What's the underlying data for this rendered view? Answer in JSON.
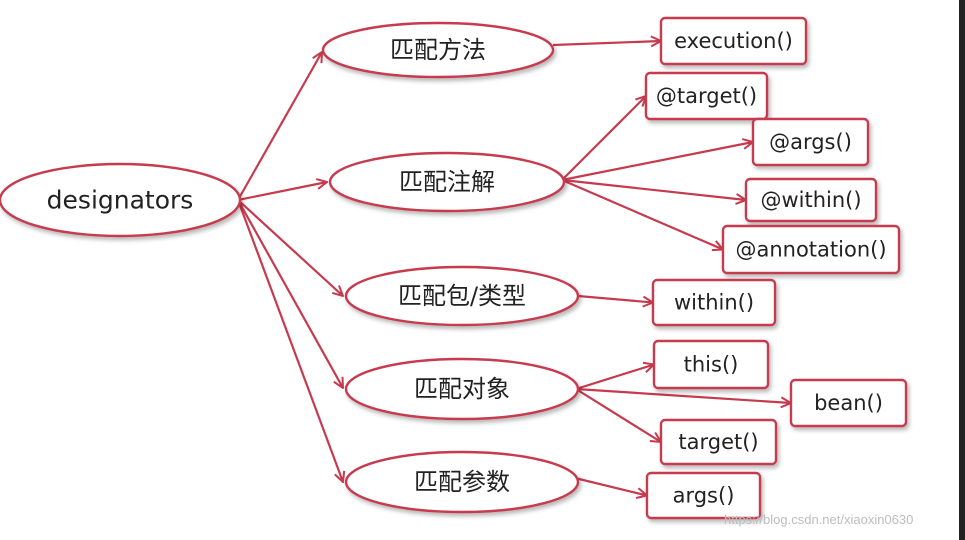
{
  "diagram": {
    "colors": {
      "stroke": "#c63a4e",
      "fill": "#ffffff",
      "text": "#222222"
    },
    "root": {
      "label": "designators"
    },
    "categories": [
      {
        "label": "匹配方法",
        "children": [
          {
            "label": "execution()"
          }
        ]
      },
      {
        "label": "匹配注解",
        "children": [
          {
            "label": "@target()"
          },
          {
            "label": "@args()"
          },
          {
            "label": "@within()"
          },
          {
            "label": "@annotation()"
          }
        ]
      },
      {
        "label": "匹配包/类型",
        "children": [
          {
            "label": "within()"
          }
        ]
      },
      {
        "label": "匹配对象",
        "children": [
          {
            "label": "this()"
          },
          {
            "label": "bean()"
          },
          {
            "label": "target()"
          }
        ]
      },
      {
        "label": "匹配参数",
        "children": [
          {
            "label": "args()"
          }
        ]
      }
    ]
  },
  "watermark": "https://blog.csdn.net/xiaoxin0630"
}
